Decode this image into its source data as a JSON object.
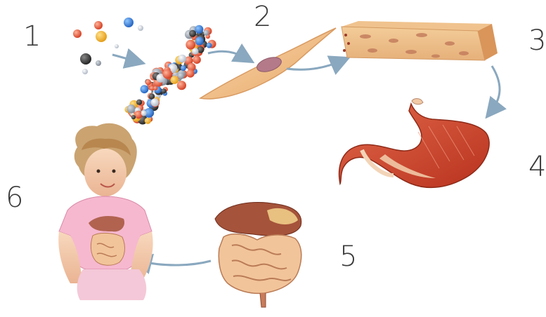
{
  "steps": [
    {
      "label": "1",
      "icon": "atoms-molecules-icon"
    },
    {
      "label": "2",
      "icon": "protein-molecule-icon"
    },
    {
      "label": "3",
      "icon": "muscle-cell-icon"
    },
    {
      "label": "4",
      "icon": "muscle-tissue-icon"
    },
    {
      "label": "5",
      "icon": "stomach-organ-icon"
    },
    {
      "label": "6",
      "icon": "digestive-system-icon"
    }
  ],
  "colors": {
    "arrow": "#8aa8bf",
    "number_text": "#3a3a3a",
    "tissue": "#e9b47a",
    "organ_red": "#d9573a",
    "skin": "#f3c9a6",
    "shirt": "#f6b8cf"
  }
}
